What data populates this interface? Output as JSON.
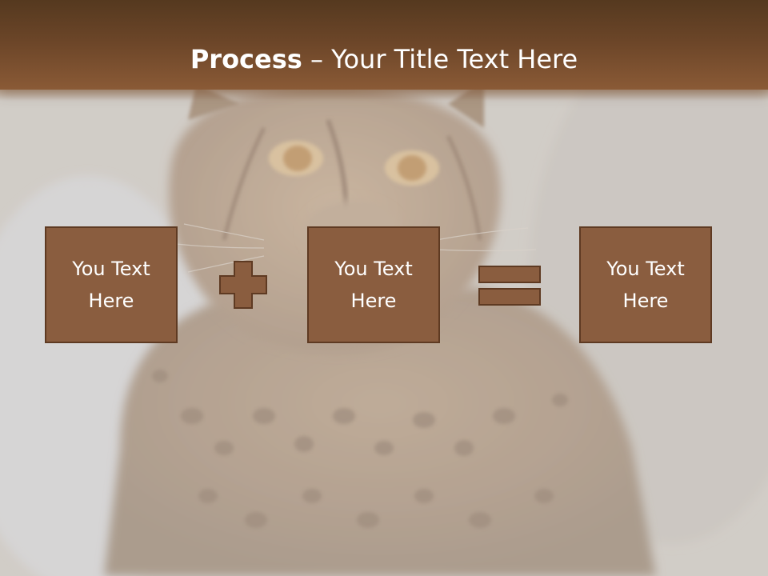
{
  "slide": {
    "title_bold": "Process",
    "title_rest": " – Your Title Text Here",
    "boxes": [
      {
        "label": "You Text\nHere"
      },
      {
        "label": "You Text\nHere"
      },
      {
        "label": "You Text\nHere"
      }
    ],
    "operators": [
      "plus-icon",
      "equals-icon"
    ]
  },
  "colors": {
    "title_bar": "#6b4528",
    "box_fill": "#8a5d3f",
    "box_border": "#5e3a22",
    "text": "#ffffff"
  }
}
